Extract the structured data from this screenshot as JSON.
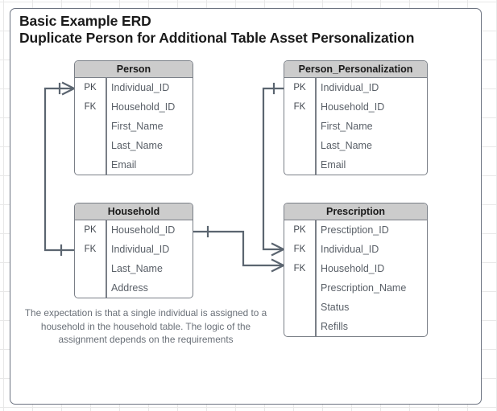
{
  "diagram": {
    "title_lines": [
      "Basic Example ERD",
      "Duplicate Person for Additional Table Asset Personalization"
    ],
    "note": "The expectation is that a single individual is assigned to a household in the household table.  The logic of the assignment depends on the requirements",
    "colors": {
      "header_fill": "#cccccc",
      "border": "#7a7f87",
      "sheet_border": "#6b7280",
      "grid": "#e8e8e8",
      "connector": "#5b6570",
      "title_text": "#1a1a1a",
      "field_text": "#5a6068",
      "note_text": "#6a7078"
    },
    "entities": [
      {
        "id": "person",
        "name": "Person",
        "rows": [
          {
            "key": "PK",
            "field": "Individual_ID"
          },
          {
            "key": "FK",
            "field": "Household_ID"
          },
          {
            "key": "",
            "field": "First_Name"
          },
          {
            "key": "",
            "field": "Last_Name"
          },
          {
            "key": "",
            "field": "Email"
          }
        ]
      },
      {
        "id": "person_personalization",
        "name": "Person_Personalization",
        "rows": [
          {
            "key": "PK",
            "field": "Individual_ID"
          },
          {
            "key": "FK",
            "field": "Household_ID"
          },
          {
            "key": "",
            "field": "First_Name"
          },
          {
            "key": "",
            "field": "Last_Name"
          },
          {
            "key": "",
            "field": "Email"
          }
        ]
      },
      {
        "id": "household",
        "name": "Household",
        "rows": [
          {
            "key": "PK",
            "field": "Household_ID"
          },
          {
            "key": "FK",
            "field": "Individual_ID"
          },
          {
            "key": "",
            "field": "Last_Name"
          },
          {
            "key": "",
            "field": "Address"
          }
        ]
      },
      {
        "id": "prescription",
        "name": "Prescription",
        "rows": [
          {
            "key": "PK",
            "field": "Presctiption_ID"
          },
          {
            "key": "FK",
            "field": "Individual_ID"
          },
          {
            "key": "FK",
            "field": "Household_ID"
          },
          {
            "key": "",
            "field": "Prescription_Name"
          },
          {
            "key": "",
            "field": "Status"
          },
          {
            "key": "",
            "field": "Refills"
          }
        ]
      }
    ],
    "relationships": [
      {
        "id": "household-to-person",
        "from": "household.Individual_ID",
        "to": "person.Individual_ID",
        "from_cardinality": "one",
        "to_cardinality": "many"
      },
      {
        "id": "household-to-prescription",
        "from": "household.Household_ID",
        "to": "prescription.Household_ID",
        "from_cardinality": "one",
        "to_cardinality": "many"
      },
      {
        "id": "personalization-to-prescription",
        "from": "person_personalization.Individual_ID",
        "to": "prescription.Individual_ID",
        "from_cardinality": "one",
        "to_cardinality": "many"
      }
    ]
  }
}
